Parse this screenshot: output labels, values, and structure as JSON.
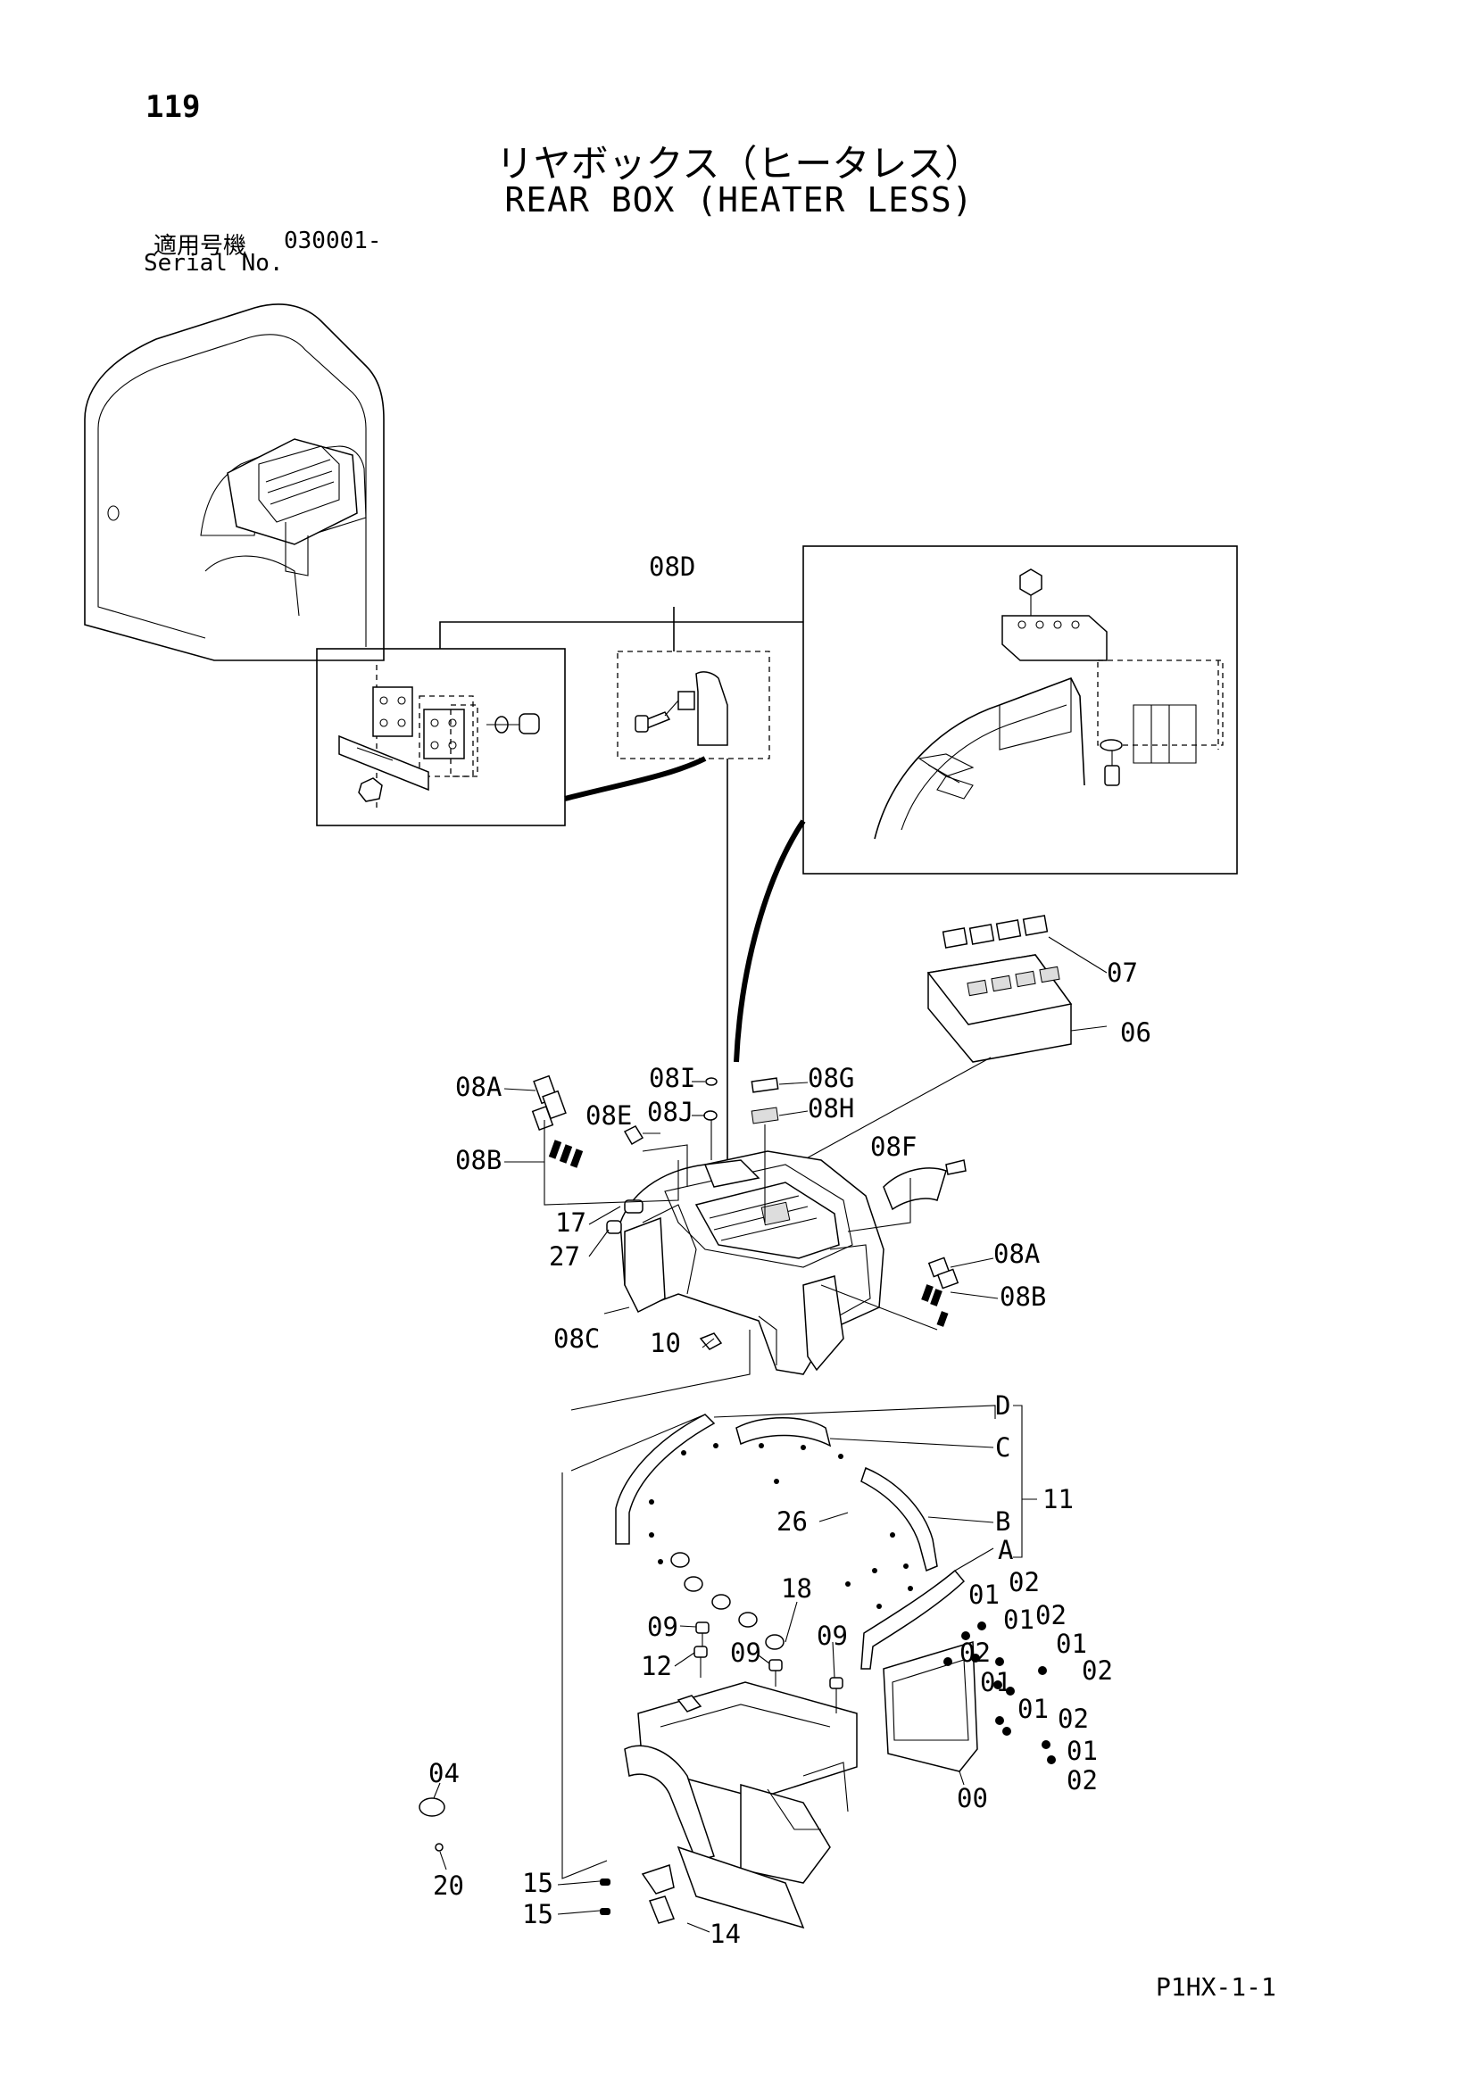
{
  "page_number": "119",
  "title": {
    "japanese": "リヤボックス（ヒータレス）",
    "english": "REAR BOX (HEATER LESS)"
  },
  "serial": {
    "japanese_label": "適用号機",
    "code": "030001-",
    "english_label": "Serial No."
  },
  "figure_code": "P1HX-1-1",
  "callouts": {
    "c08D": "08D",
    "c07": "07",
    "c06": "06",
    "c08I": "08I",
    "c08G": "08G",
    "c08J": "08J",
    "c08H": "08H",
    "c08A_left": "08A",
    "c08E": "08E",
    "c08B_left": "08B",
    "c08F": "08F",
    "c17": "17",
    "c27": "27",
    "c08A_right": "08A",
    "c08B_right": "08B",
    "c08C": "08C",
    "c10": "10",
    "cD": "D",
    "cC": "C",
    "cB": "B",
    "cA": "A",
    "c11": "11",
    "c26": "26",
    "c18": "18",
    "c09a": "09",
    "c12": "12",
    "c09b": "09",
    "c09c": "09",
    "c01a": "01",
    "c02a": "02",
    "c01b": "01",
    "c02b": "02",
    "c01c": "01",
    "c02c": "02",
    "c01d": "01",
    "c02d": "02",
    "c01e": "01",
    "c02e": "02",
    "c01f": "01",
    "c02f": "02",
    "c00": "00",
    "c04": "04",
    "c20": "20",
    "c15a": "15",
    "c15b": "15",
    "c14": "14"
  }
}
